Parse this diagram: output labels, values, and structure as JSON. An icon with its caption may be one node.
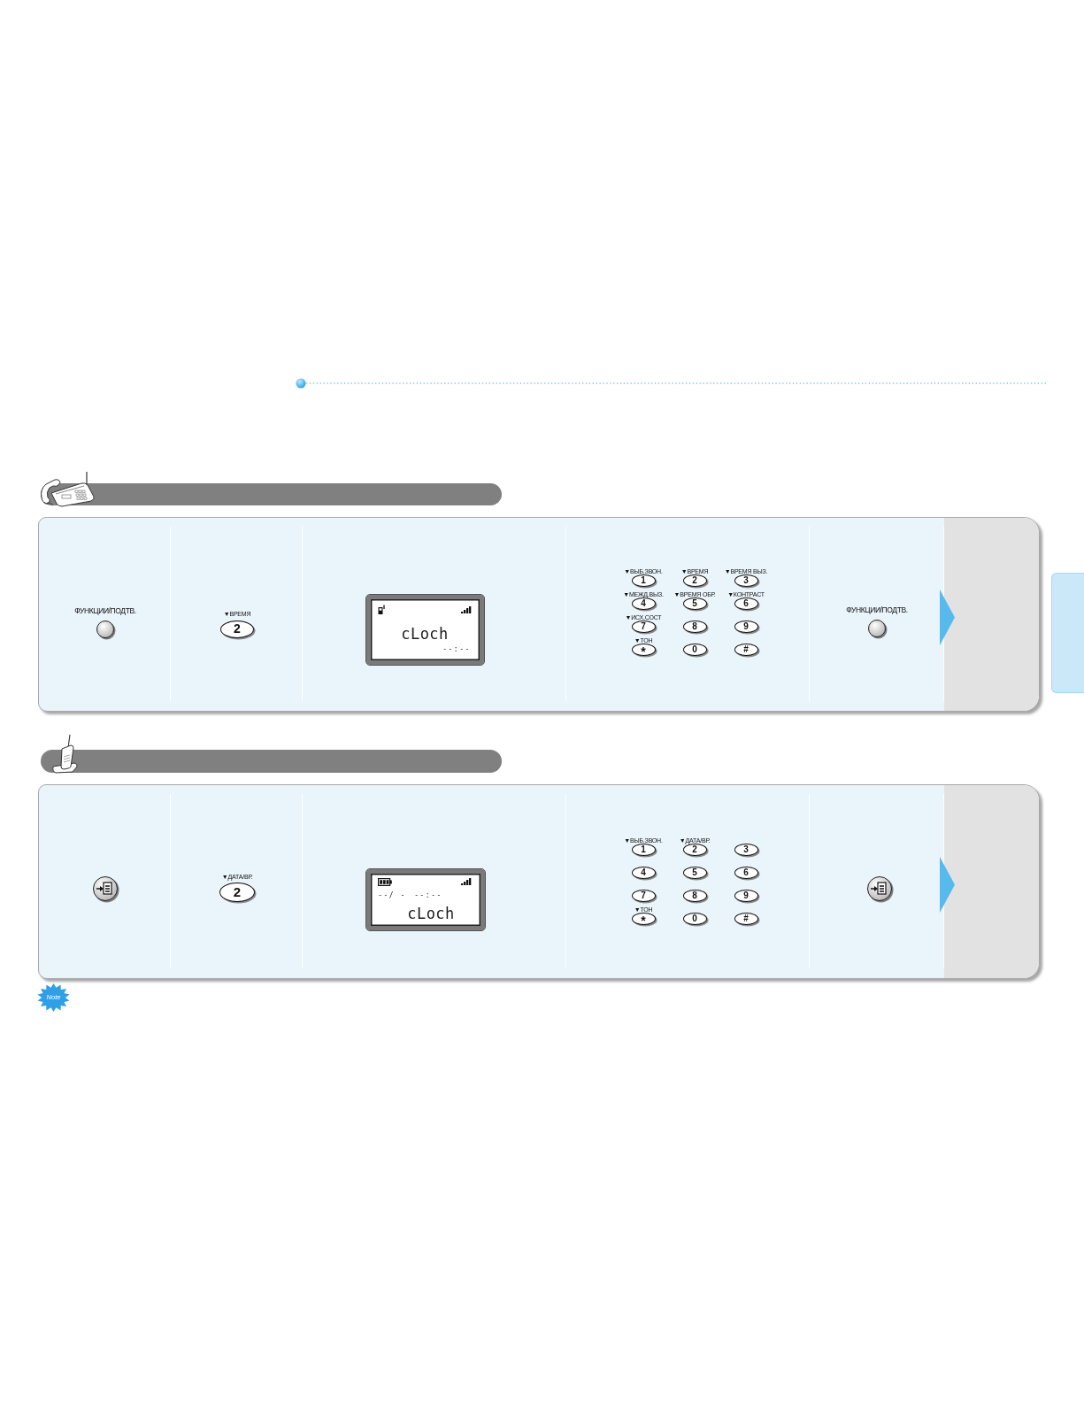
{
  "diagram": {
    "nodes": [
      {
        "text": [],
        "shape": "box"
      },
      {
        "text": [
          "ФУНКЦИИ/ПОДТВ."
        ],
        "in": 0
      },
      {
        "text": [
          "▼ВРЕМЯ",
          "2"
        ],
        "in": 0
      },
      {
        "text": [
          "cLoch",
          "--:--"
        ],
        "in": 0
      },
      {
        "text": [
          "▼ВЫБ.ЗВОН.",
          "1",
          "▼ВРЕМЯ",
          "2",
          "▼ВРЕМЯ ВЫЗ.",
          "3",
          "▼МЕЖД.ВЫЗ.",
          "4",
          "▼ВРЕМЯ ОБР.",
          "5",
          "▼КОНТРАСТ",
          "6",
          "▼ИСХ.СОСТ",
          "7",
          "8",
          "9",
          "▼ТОН",
          "*",
          "0",
          "#"
        ],
        "in": 0
      },
      {
        "text": [
          "ФУНКЦИИ/ПОДТВ."
        ],
        "in": 0
      },
      {
        "text": [],
        "shape": "box",
        "in": 0
      },
      {
        "text": [],
        "shape": "box"
      },
      {
        "text": [],
        "shape": "box",
        "in": 7
      },
      {
        "text": [
          "▼ДАТА/ВР.",
          "2"
        ],
        "in": 7
      },
      {
        "text": [
          "--/ -",
          "--:--",
          "cLoch"
        ],
        "in": 7
      },
      {
        "text": [
          "▼ВЫБ.ЗВОН.",
          "1",
          "▼ДАТА/ВР.",
          "2",
          "3",
          "4",
          "5",
          "6",
          "7",
          "8",
          "9",
          "▼ТОН",
          "*",
          "0",
          "#"
        ],
        "in": 7
      },
      {
        "text": [],
        "shape": "box",
        "in": 7
      },
      {
        "text": [],
        "shape": "box",
        "in": 7
      },
      {
        "text": [],
        "shape": "box"
      }
    ],
    "edges": [
      {
        "from": 5,
        "to": 6,
        "arrow": "to"
      },
      {
        "from": 12,
        "to": 13,
        "arrow": "to"
      }
    ],
    "labels": [
      "Note"
    ]
  }
}
